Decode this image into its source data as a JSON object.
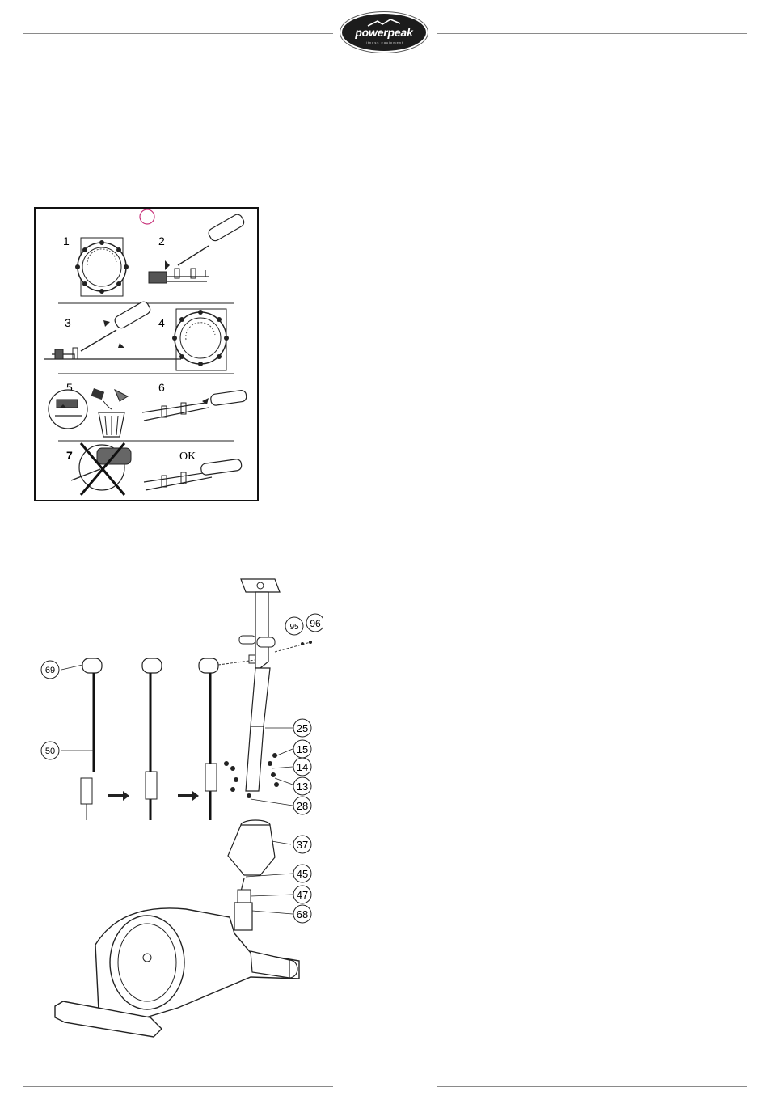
{
  "header": {
    "logo_text": "powerpeak",
    "logo_subtext": "fitness equipment"
  },
  "battery_instructions": {
    "steps": [
      "1",
      "2",
      "3",
      "4",
      "5",
      "6",
      "7"
    ],
    "ok_label": "OK"
  },
  "exploded_view": {
    "part_numbers": [
      "69",
      "50",
      "95",
      "96",
      "25",
      "15",
      "14",
      "13",
      "28",
      "37",
      "45",
      "47",
      "68"
    ]
  },
  "colors": {
    "rule": "#8a8a8a",
    "logo_bg": "#1c1c1c",
    "marker": "#c8327a"
  }
}
